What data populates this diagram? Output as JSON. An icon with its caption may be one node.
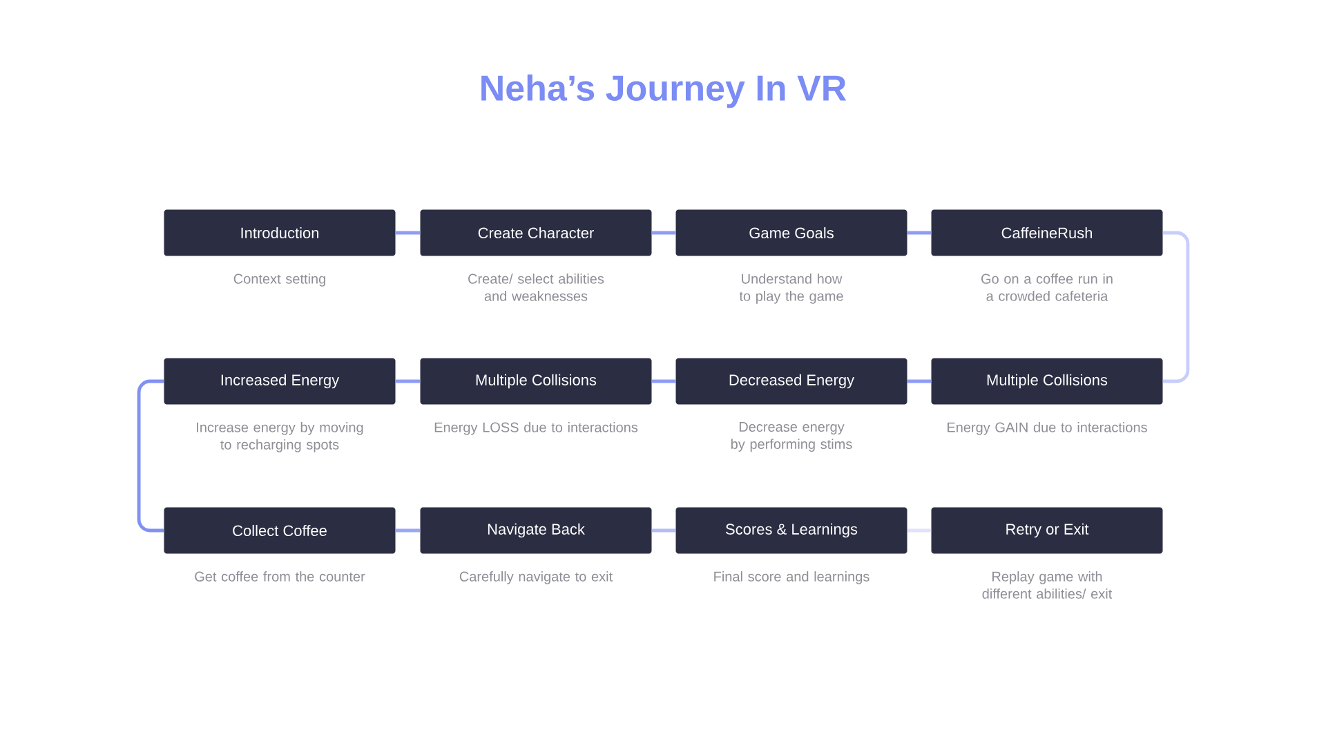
{
  "diagram": {
    "title": "Neha’s Journey In VR",
    "nodes": [
      {
        "text": [
          "Introduction"
        ],
        "beside": [
          "Context setting"
        ]
      },
      {
        "text": [
          "Create Character"
        ],
        "beside": [
          "Create/ select abilities and weaknesses"
        ]
      },
      {
        "text": [
          "Game Goals"
        ],
        "beside": [
          "Understand how to play the game"
        ]
      },
      {
        "text": [
          "CaffeineRush"
        ],
        "beside": [
          "Go on a coffee run in a crowded cafeteria"
        ]
      },
      {
        "text": [
          "Increased Energy"
        ],
        "beside": [
          "Increase energy by moving to recharging spots"
        ]
      },
      {
        "text": [
          "Multiple Collisions"
        ],
        "beside": [
          "Energy LOSS due to interactions"
        ]
      },
      {
        "text": [
          "Decreased Energy"
        ],
        "beside": [
          "Decrease energy by performing stims"
        ]
      },
      {
        "text": [
          "Multiple Collisions"
        ],
        "beside": [
          "Energy GAIN due to interactions"
        ]
      },
      {
        "text": [
          "Collect Coffee"
        ],
        "beside": [
          "Get coffee from the counter"
        ]
      },
      {
        "text": [
          "Navigate Back"
        ],
        "beside": [
          "Carefully navigate to exit"
        ]
      },
      {
        "text": [
          "Scores & Learnings"
        ],
        "beside": [
          "Final score and learnings"
        ]
      },
      {
        "text": [
          "Retry or Exit"
        ],
        "beside": [
          "Replay game with different abilities/ exit"
        ]
      }
    ],
    "edges": [
      {
        "from": 0,
        "to": 1,
        "arrow": "none"
      },
      {
        "from": 1,
        "to": 2,
        "arrow": "none"
      },
      {
        "from": 2,
        "to": 3,
        "arrow": "none"
      },
      {
        "from": 3,
        "to": 7,
        "arrow": "none",
        "color": "#c8cefb"
      },
      {
        "from": 7,
        "to": 6,
        "arrow": "none"
      },
      {
        "from": 6,
        "to": 5,
        "arrow": "none"
      },
      {
        "from": 5,
        "to": 4,
        "arrow": "none"
      },
      {
        "from": 4,
        "to": 8,
        "arrow": "none",
        "color": "#8090f3"
      },
      {
        "from": 8,
        "to": 9,
        "arrow": "none",
        "color": "#9aa6f6"
      },
      {
        "from": 9,
        "to": 10,
        "arrow": "none",
        "color": "#b4bdf8"
      },
      {
        "from": 10,
        "to": 11,
        "arrow": "none",
        "color": "#dfe2fc"
      }
    ]
  }
}
